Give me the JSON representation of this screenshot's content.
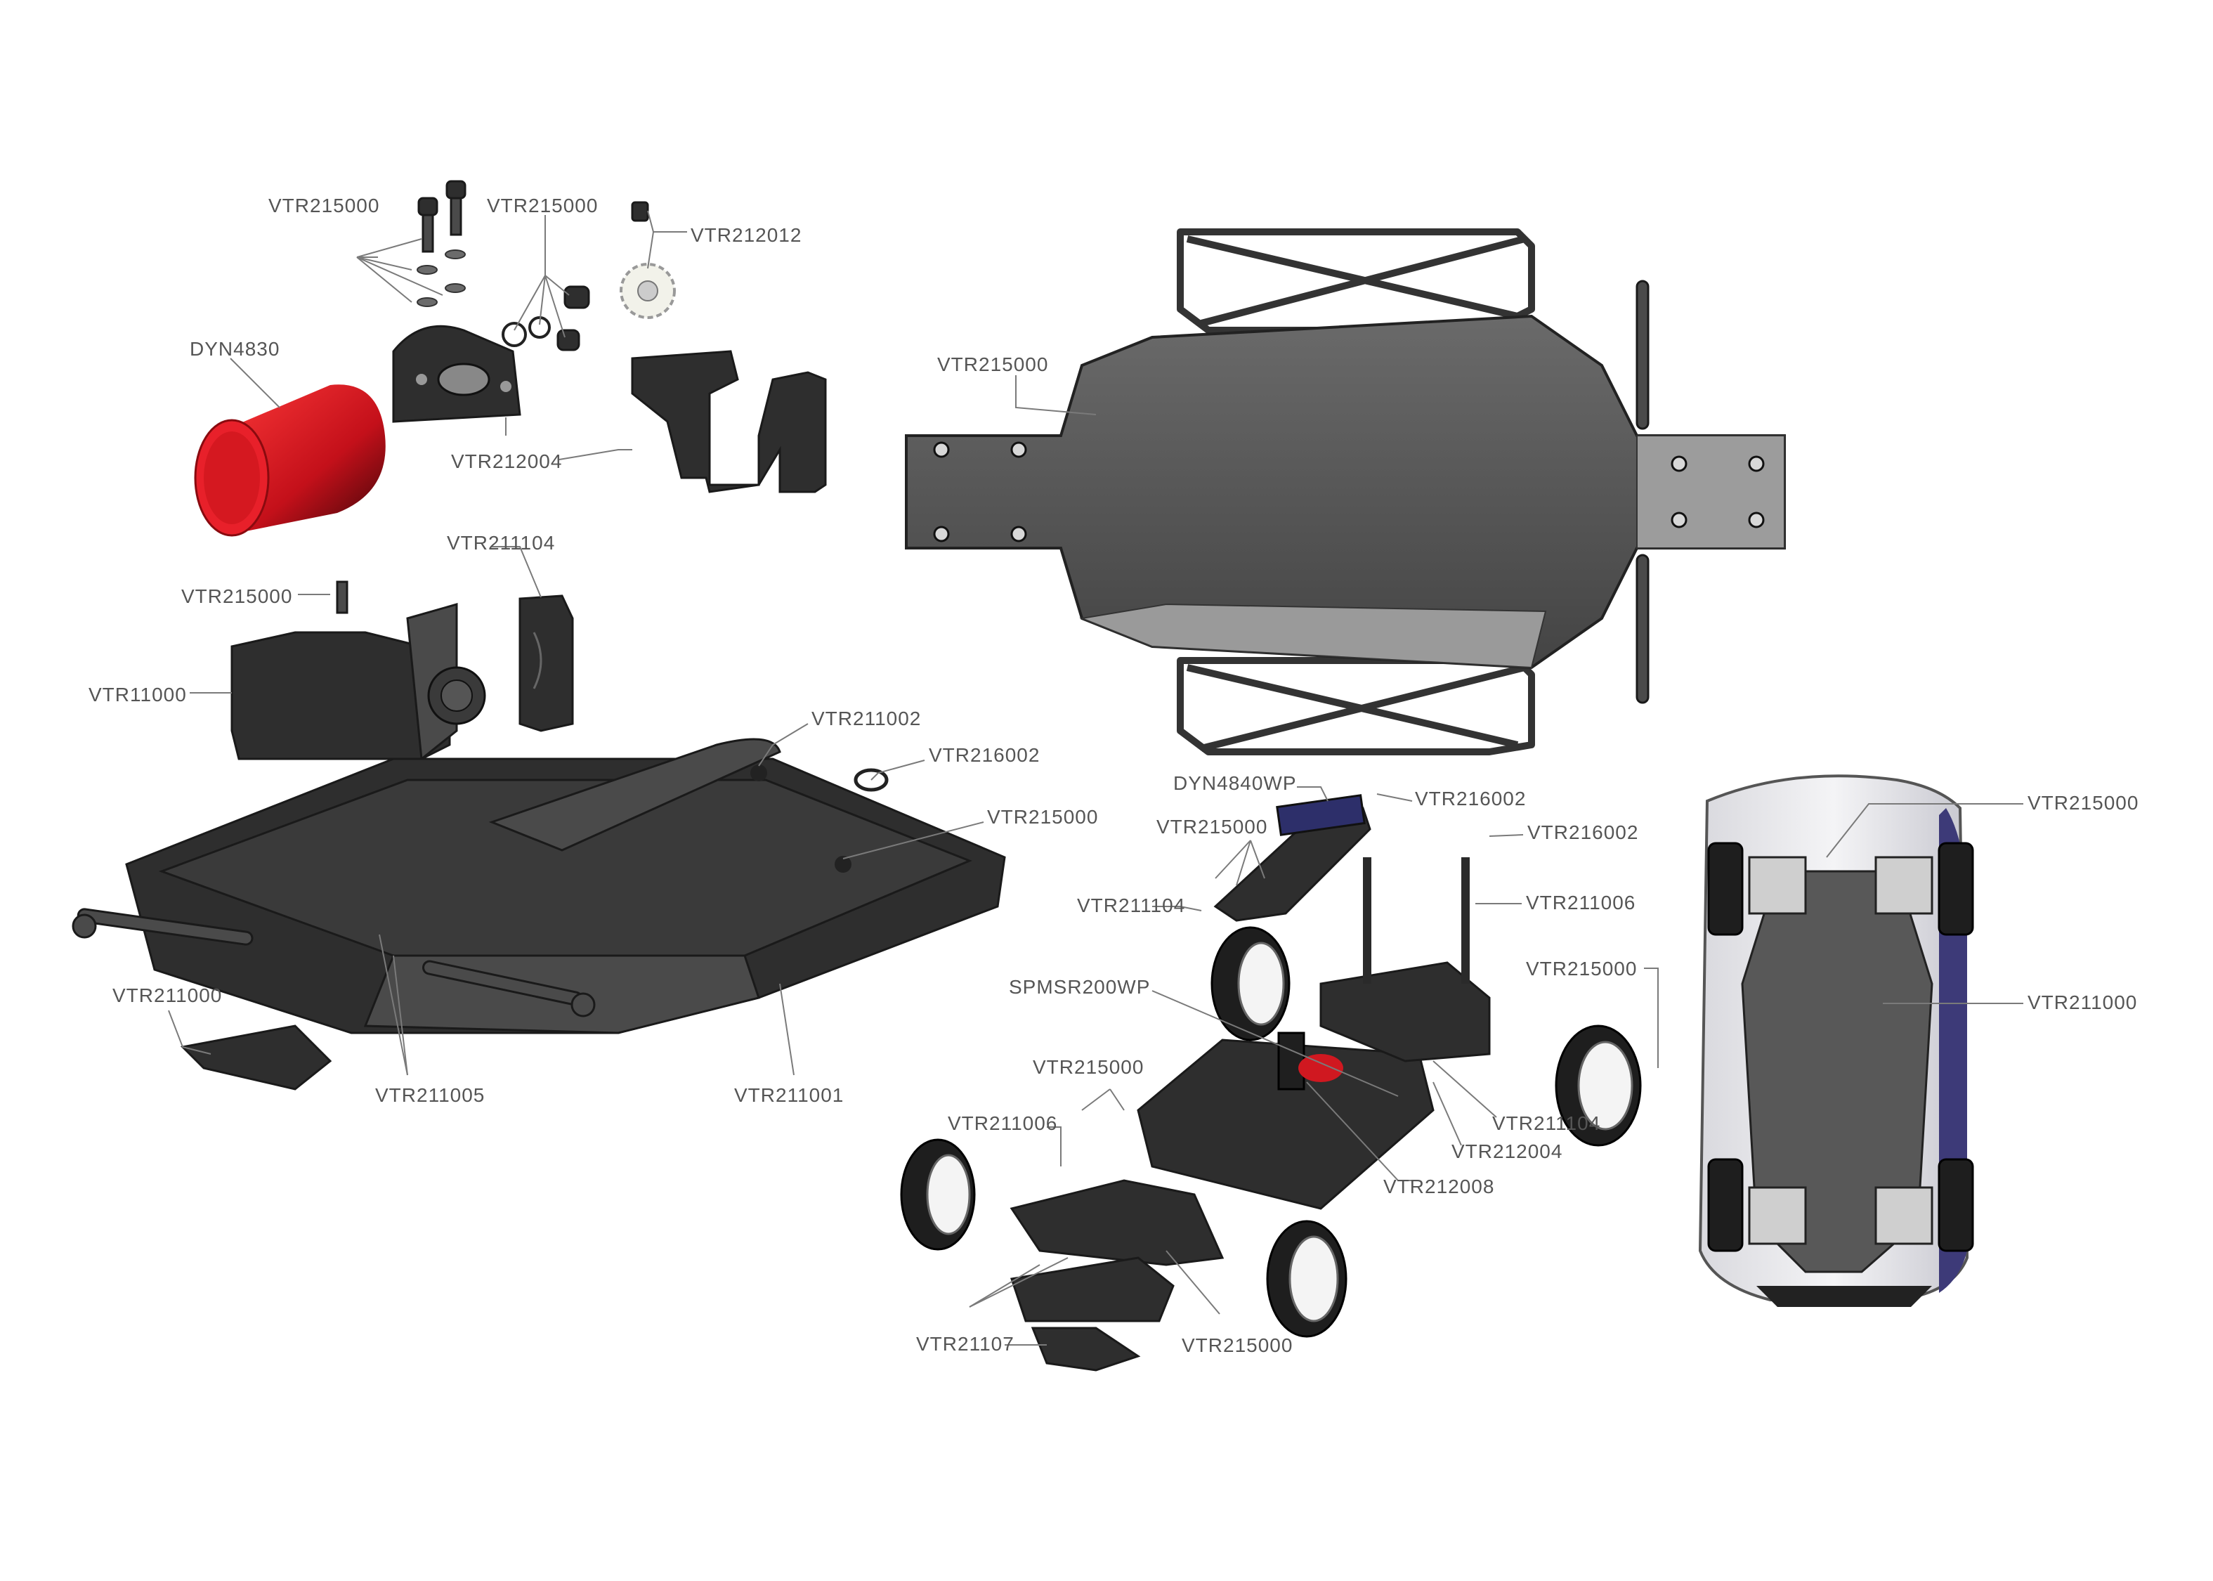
{
  "labels": [
    {
      "text": "VTR215000"
    },
    {
      "text": "VTR215000"
    },
    {
      "text": "VTR212012"
    },
    {
      "text": "DYN4830"
    },
    {
      "text": "VTR212004"
    },
    {
      "text": "VTR211104"
    },
    {
      "text": "VTR215000"
    },
    {
      "text": "VTR11000"
    },
    {
      "text": "VTR211002"
    },
    {
      "text": "VTR216002"
    },
    {
      "text": "VTR215000"
    },
    {
      "text": "VTR211000"
    },
    {
      "text": "VTR211005"
    },
    {
      "text": "VTR211001"
    },
    {
      "text": "VTR215000"
    },
    {
      "text": "DYN4840WP"
    },
    {
      "text": "VTR216002"
    },
    {
      "text": "VTR215000"
    },
    {
      "text": "VTR216002"
    },
    {
      "text": "VTR211104"
    },
    {
      "text": "VTR211006"
    },
    {
      "text": "VTR215000"
    },
    {
      "text": "SPMSR200WP"
    },
    {
      "text": "VTR215000"
    },
    {
      "text": "VTR211006"
    },
    {
      "text": "VTR211104"
    },
    {
      "text": "VTR212004"
    },
    {
      "text": "VTR212008"
    },
    {
      "text": "VTR21107"
    },
    {
      "text": "VTR215000"
    },
    {
      "text": "VTR215000"
    },
    {
      "text": "VTR211000"
    }
  ],
  "colors": {
    "label": "#555555",
    "leader": "#7a7a7a",
    "part_dark": "#2e2e2e",
    "part_mid": "#4a4a4a",
    "motor_red": "#e0141c",
    "body_blue": "#3d3a78",
    "chassis_gray": "#585858"
  }
}
